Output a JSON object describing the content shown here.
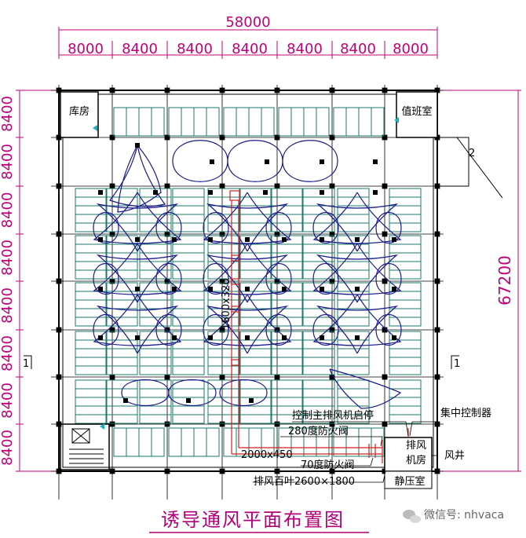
{
  "dimensions": {
    "total_width": "58000",
    "bays_x": [
      "8000",
      "8400",
      "8400",
      "8400",
      "8400",
      "8400",
      "8000"
    ],
    "total_height": "67200",
    "bays_y": [
      "8400",
      "8400",
      "8400",
      "8400",
      "8400",
      "8400",
      "8400",
      "8400"
    ]
  },
  "rooms": {
    "storage": "库房",
    "duty_room": "值班室",
    "fan_room_line1": "排风",
    "fan_room_line2": "机房",
    "plenum": "静压室",
    "shaft": "风井"
  },
  "annotations": {
    "duct_vertical": "1600x320",
    "duct_horizontal": "2000x450",
    "control_fan": "控制主排风机启停",
    "central_controller": "集中控制器",
    "damper_280": "280度防火阀",
    "damper_70": "70度防火阀",
    "louver": "排风百叶2600×1800",
    "section_mark_left": "1",
    "section_mark_right": "1",
    "detail_mark": "2"
  },
  "title": "诱导通风平面布置图",
  "watermark": "微信号: nhvaca",
  "colors": {
    "dimension": "#c0007a",
    "grid": "#000000",
    "parking": "#1a7a6a",
    "airflow": "#1a1a8c",
    "duct": "#d02020"
  }
}
